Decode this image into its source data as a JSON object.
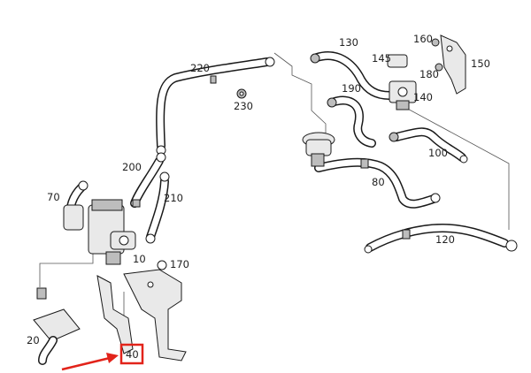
{
  "labels": {
    "p10": "10",
    "p20": "20",
    "p40": "40",
    "p70": "70",
    "p80": "80",
    "p100": "100",
    "p120": "120",
    "p130": "130",
    "p140": "140",
    "p145": "145",
    "p150": "150",
    "p160": "160",
    "p170": "170",
    "p180": "180",
    "p190": "190",
    "p200": "200",
    "p210": "210",
    "p220": "220",
    "p230": "230"
  },
  "highlight": {
    "target_label": "40",
    "box_color": "#e2231a",
    "arrow_color": "#e2231a"
  }
}
